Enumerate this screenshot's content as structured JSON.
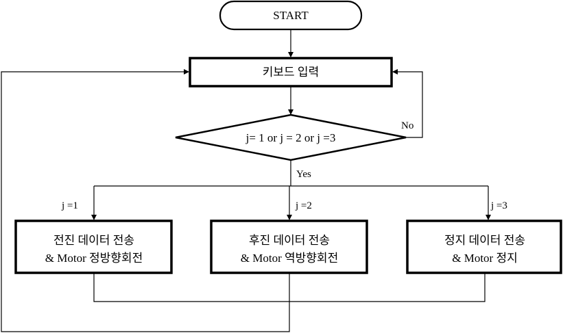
{
  "diagram": {
    "start": "START",
    "input_step": "키보드 입력",
    "decision": "j= 1 or j = 2 or j =3",
    "no_label": "No",
    "yes_label": "Yes",
    "branches": [
      {
        "condition": "j =1",
        "line1": "전진 데이터 전송",
        "line2": "& Motor 정방향회전"
      },
      {
        "condition": "j =2",
        "line1": "후진 데이터 전송",
        "line2": "& Motor 역방향회전"
      },
      {
        "condition": "j =3",
        "line1": "정지 데이터 전송",
        "line2": "& Motor 정지"
      }
    ]
  }
}
